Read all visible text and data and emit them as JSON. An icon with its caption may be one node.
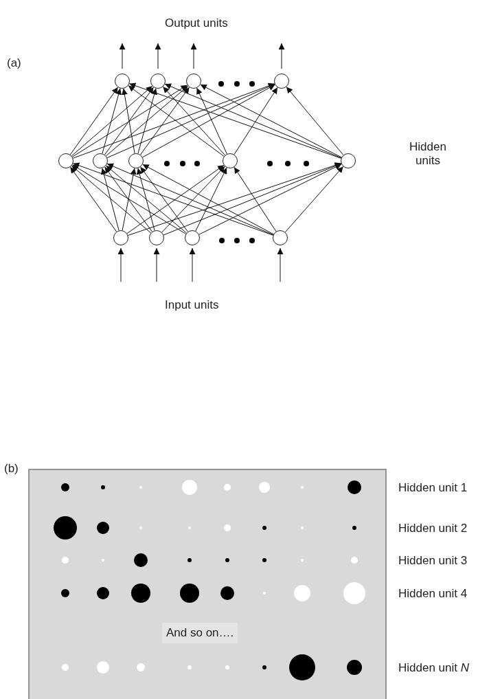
{
  "diagram": {
    "nodes": [
      {
        "text": [],
        "shape": "circle"
      },
      {
        "text": [],
        "shape": "circle"
      },
      {
        "text": [],
        "shape": "circle"
      },
      {
        "text": [],
        "shape": "circle"
      },
      {
        "text": [],
        "shape": "circle"
      },
      {
        "text": [],
        "shape": "circle"
      },
      {
        "text": [],
        "shape": "circle"
      },
      {
        "text": [],
        "shape": "circle"
      },
      {
        "text": [],
        "shape": "circle"
      },
      {
        "text": [],
        "shape": "circle"
      },
      {
        "text": [],
        "shape": "circle"
      },
      {
        "text": [],
        "shape": "circle"
      },
      {
        "text": [],
        "shape": "circle"
      }
    ],
    "edges": [
      {
        "from": 0,
        "to": null,
        "arrow": "to"
      },
      {
        "from": 1,
        "to": null,
        "arrow": "to"
      },
      {
        "from": 2,
        "to": null,
        "arrow": "to"
      },
      {
        "from": 3,
        "to": null,
        "arrow": "to"
      },
      {
        "from": 4,
        "to": 0,
        "arrow": "to"
      },
      {
        "from": 4,
        "to": 1,
        "arrow": "to"
      },
      {
        "from": 4,
        "to": 2,
        "arrow": "to"
      },
      {
        "from": 4,
        "to": 3,
        "arrow": "to"
      },
      {
        "from": 5,
        "to": 0,
        "arrow": "to"
      },
      {
        "from": 5,
        "to": 1,
        "arrow": "to"
      },
      {
        "from": 5,
        "to": 2,
        "arrow": "to"
      },
      {
        "from": 5,
        "to": 3,
        "arrow": "to"
      },
      {
        "from": 6,
        "to": 0,
        "arrow": "to"
      },
      {
        "from": 6,
        "to": 1,
        "arrow": "to"
      },
      {
        "from": 6,
        "to": 2,
        "arrow": "to"
      },
      {
        "from": 6,
        "to": 3,
        "arrow": "to"
      },
      {
        "from": 7,
        "to": 0,
        "arrow": "to"
      },
      {
        "from": 7,
        "to": 1,
        "arrow": "to"
      },
      {
        "from": 7,
        "to": 2,
        "arrow": "to"
      },
      {
        "from": 7,
        "to": 3,
        "arrow": "to"
      },
      {
        "from": 8,
        "to": 0,
        "arrow": "to"
      },
      {
        "from": 8,
        "to": 1,
        "arrow": "to"
      },
      {
        "from": 8,
        "to": 2,
        "arrow": "to"
      },
      {
        "from": 8,
        "to": 3,
        "arrow": "to"
      },
      {
        "from": 9,
        "to": 4,
        "arrow": "to"
      },
      {
        "from": 9,
        "to": 5,
        "arrow": "to"
      },
      {
        "from": 9,
        "to": 6,
        "arrow": "to"
      },
      {
        "from": 9,
        "to": 7,
        "arrow": "to"
      },
      {
        "from": 9,
        "to": 8,
        "arrow": "to"
      },
      {
        "from": 10,
        "to": 4,
        "arrow": "to"
      },
      {
        "from": 10,
        "to": 5,
        "arrow": "to"
      },
      {
        "from": 10,
        "to": 6,
        "arrow": "to"
      },
      {
        "from": 10,
        "to": 7,
        "arrow": "to"
      },
      {
        "from": 10,
        "to": 8,
        "arrow": "to"
      },
      {
        "from": 11,
        "to": 4,
        "arrow": "to"
      },
      {
        "from": 11,
        "to": 5,
        "arrow": "to"
      },
      {
        "from": 11,
        "to": 6,
        "arrow": "to"
      },
      {
        "from": 11,
        "to": 7,
        "arrow": "to"
      },
      {
        "from": 11,
        "to": 8,
        "arrow": "to"
      },
      {
        "from": 12,
        "to": 4,
        "arrow": "to"
      },
      {
        "from": 12,
        "to": 5,
        "arrow": "to"
      },
      {
        "from": 12,
        "to": 6,
        "arrow": "to"
      },
      {
        "from": 12,
        "to": 7,
        "arrow": "to"
      },
      {
        "from": 12,
        "to": 8,
        "arrow": "to"
      },
      {
        "from": null,
        "to": 9,
        "arrow": "to"
      },
      {
        "from": null,
        "to": 10,
        "arrow": "to"
      },
      {
        "from": null,
        "to": 11,
        "arrow": "to"
      },
      {
        "from": null,
        "to": 12,
        "arrow": "to"
      }
    ],
    "labels": [
      "Output units",
      "(a)",
      "Hidden units",
      "Input units",
      "(b)",
      "Hidden unit 1",
      "Hidden unit 2",
      "Hidden unit 3",
      "Hidden unit 4",
      "And so on….",
      "Hidden unit *N*"
    ]
  }
}
